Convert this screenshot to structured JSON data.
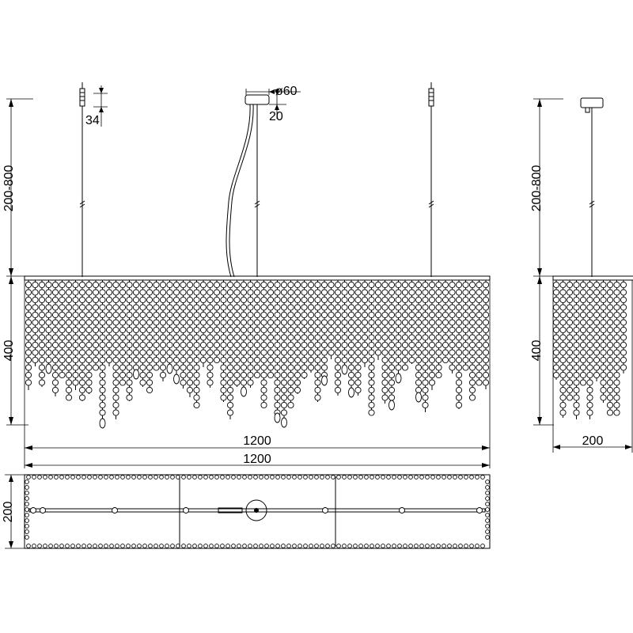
{
  "dimensions": {
    "suspension_height": "200-800",
    "body_height": "400",
    "body_length_upper": "1200",
    "body_length_lower": "1200",
    "ceiling_cup_diameter": "ø60",
    "ceiling_cup_height": "20",
    "wire_clip_height": "34",
    "side_suspension_height": "200-800",
    "side_body_height": "400",
    "side_width": "200",
    "plan_width": "200"
  }
}
